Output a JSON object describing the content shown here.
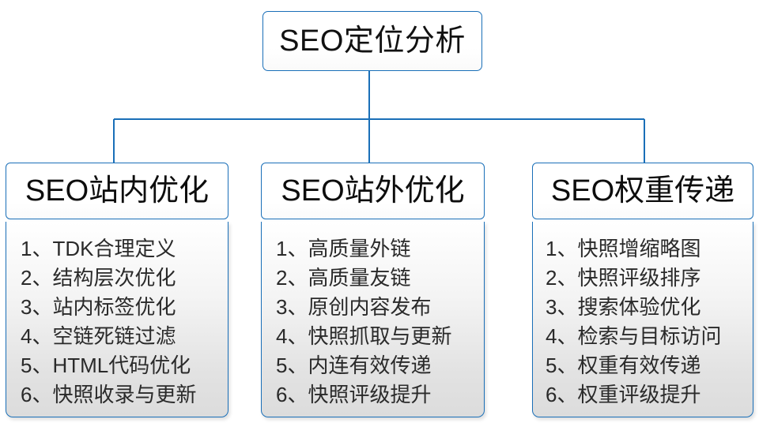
{
  "theme": {
    "border_color": "#1a6fb8",
    "connector_color": "#1a6fb8",
    "text_color": "#1a1a1a",
    "body_background_top": "#ffffff",
    "body_background_bottom": "#dcdcdc"
  },
  "root": {
    "title": "SEO定位分析"
  },
  "branches": [
    {
      "id": "on-site",
      "header": "SEO站内优化",
      "items": [
        "1、TDK合理定义",
        "2、结构层次优化",
        "3、站内标签优化",
        "4、空链死链过滤",
        "5、HTML代码优化",
        "6、快照收录与更新"
      ]
    },
    {
      "id": "off-site",
      "header": "SEO站外优化",
      "items": [
        "1、高质量外链",
        "2、高质量友链",
        "3、原创内容发布",
        "4、快照抓取与更新",
        "5、内连有效传递",
        "6、快照评级提升"
      ]
    },
    {
      "id": "weight-transfer",
      "header": "SEO权重传递",
      "items": [
        "1、快照增缩略图",
        "2、快照评级排序",
        "3、搜索体验优化",
        "4、检索与目标访问",
        "5、权重有效传递",
        "6、权重评级提升"
      ]
    }
  ]
}
